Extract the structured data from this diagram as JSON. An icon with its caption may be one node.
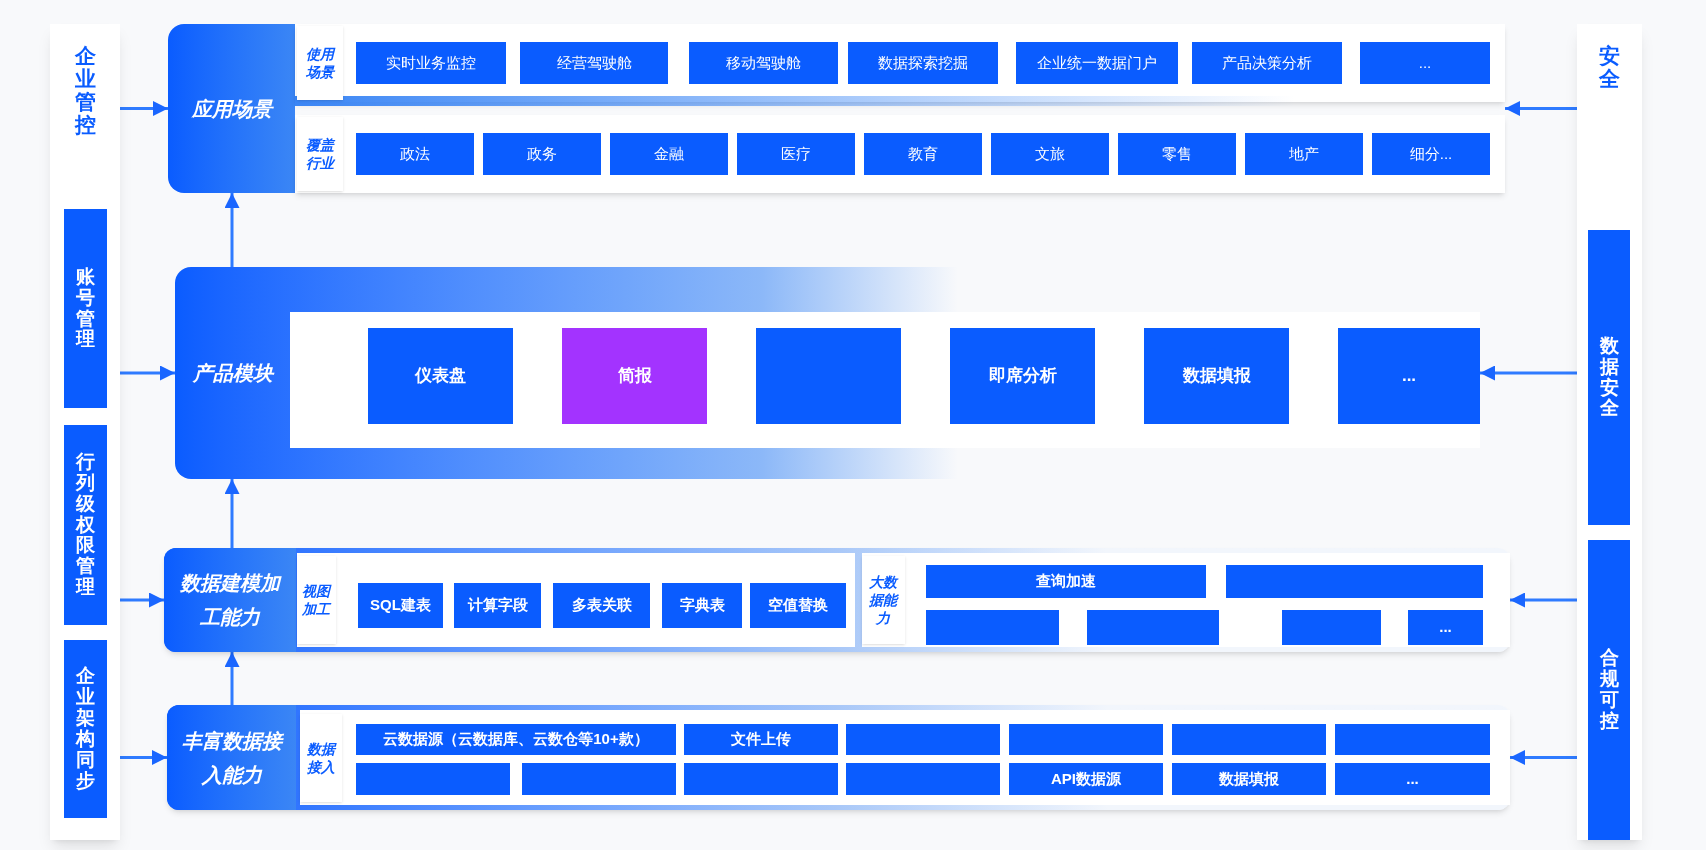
{
  "diagram": {
    "nodes": [
      {
        "text": [
          "企业管控"
        ]
      },
      {
        "text": [
          "账号管理"
        ],
        "in": 0
      },
      {
        "text": [
          "行列级权限管理"
        ],
        "in": 0
      },
      {
        "text": [
          "企业架构同步"
        ],
        "in": 0
      },
      {
        "text": [
          "安全"
        ]
      },
      {
        "text": [
          "数据安全"
        ],
        "in": 4
      },
      {
        "text": [
          "合规可控"
        ],
        "in": 4
      },
      {
        "text": [
          "应用场景"
        ]
      },
      {
        "text": [
          "使用场景"
        ],
        "in": 7
      },
      {
        "text": [
          "实时业务监控"
        ],
        "in": 7
      },
      {
        "text": [
          "经营驾驶舱"
        ],
        "in": 7
      },
      {
        "text": [
          "移动驾驶舱"
        ],
        "in": 7
      },
      {
        "text": [
          "数据探索挖掘"
        ],
        "in": 7
      },
      {
        "text": [
          "企业统一数据门户"
        ],
        "in": 7
      },
      {
        "text": [
          "产品决策分析"
        ],
        "in": 7
      },
      {
        "text": [
          "..."
        ],
        "in": 7
      },
      {
        "text": [
          "覆盖行业"
        ],
        "in": 7
      },
      {
        "text": [
          "政法"
        ],
        "in": 7
      },
      {
        "text": [
          "政务"
        ],
        "in": 7
      },
      {
        "text": [
          "金融"
        ],
        "in": 7
      },
      {
        "text": [
          "医疗"
        ],
        "in": 7
      },
      {
        "text": [
          "教育"
        ],
        "in": 7
      },
      {
        "text": [
          "文旅"
        ],
        "in": 7
      },
      {
        "text": [
          "零售"
        ],
        "in": 7
      },
      {
        "text": [
          "地产"
        ],
        "in": 7
      },
      {
        "text": [
          "细分..."
        ],
        "in": 7
      },
      {
        "text": [
          "产品模块"
        ]
      },
      {
        "text": [
          "仪表盘"
        ],
        "in": 26
      },
      {
        "text": [
          "简报"
        ],
        "in": 26
      },
      {
        "text": [],
        "shape": "box",
        "in": 26
      },
      {
        "text": [
          "即席分析"
        ],
        "in": 26
      },
      {
        "text": [
          "数据填报"
        ],
        "in": 26
      },
      {
        "text": [
          "..."
        ],
        "in": 26
      },
      {
        "text": [
          "数据建模加工能力"
        ]
      },
      {
        "text": [
          "视图加工"
        ],
        "in": 33
      },
      {
        "text": [
          "SQL建表"
        ],
        "in": 33
      },
      {
        "text": [
          "计算字段"
        ],
        "in": 33
      },
      {
        "text": [
          "多表关联"
        ],
        "in": 33
      },
      {
        "text": [
          "字典表"
        ],
        "in": 33
      },
      {
        "text": [
          "空值替换"
        ],
        "in": 33
      },
      {
        "text": [
          "大数据能力"
        ],
        "in": 33
      },
      {
        "text": [
          "查询加速"
        ],
        "in": 33
      },
      {
        "text": [],
        "shape": "box",
        "in": 33
      },
      {
        "text": [],
        "shape": "box",
        "in": 33
      },
      {
        "text": [],
        "shape": "box",
        "in": 33
      },
      {
        "text": [],
        "shape": "box",
        "in": 33
      },
      {
        "text": [
          "..."
        ],
        "in": 33
      },
      {
        "text": [
          "丰富数据接入能力"
        ]
      },
      {
        "text": [
          "数据接入"
        ],
        "in": 47
      },
      {
        "text": [
          "云数据源（云数据库、云数仓等10+款）"
        ],
        "in": 47
      },
      {
        "text": [
          "文件上传"
        ],
        "in": 47
      },
      {
        "text": [],
        "shape": "box",
        "in": 47
      },
      {
        "text": [],
        "shape": "box",
        "in": 47
      },
      {
        "text": [],
        "shape": "box",
        "in": 47
      },
      {
        "text": [],
        "shape": "box",
        "in": 47
      },
      {
        "text": [],
        "shape": "box",
        "in": 47
      },
      {
        "text": [],
        "shape": "box",
        "in": 47
      },
      {
        "text": [],
        "shape": "box",
        "in": 47
      },
      {
        "text": [],
        "shape": "box",
        "in": 47
      },
      {
        "text": [
          "API数据源"
        ],
        "in": 47
      },
      {
        "text": [
          "数据填报"
        ],
        "in": 47
      },
      {
        "text": [
          "..."
        ],
        "in": 47
      }
    ],
    "edges": [
      {
        "from": 0,
        "to": 7,
        "arrow": "to"
      },
      {
        "from": 0,
        "to": 26,
        "arrow": "to"
      },
      {
        "from": 0,
        "to": 33,
        "arrow": "to"
      },
      {
        "from": 0,
        "to": 47,
        "arrow": "to"
      },
      {
        "from": 4,
        "to": 7,
        "arrow": "to"
      },
      {
        "from": 4,
        "to": 26,
        "arrow": "to"
      },
      {
        "from": 4,
        "to": 33,
        "arrow": "to"
      },
      {
        "from": 4,
        "to": 47,
        "arrow": "to"
      },
      {
        "from": 26,
        "to": 7,
        "arrow": "to"
      },
      {
        "from": 33,
        "to": 26,
        "arrow": "to"
      },
      {
        "from": 47,
        "to": 33,
        "arrow": "to"
      }
    ]
  }
}
